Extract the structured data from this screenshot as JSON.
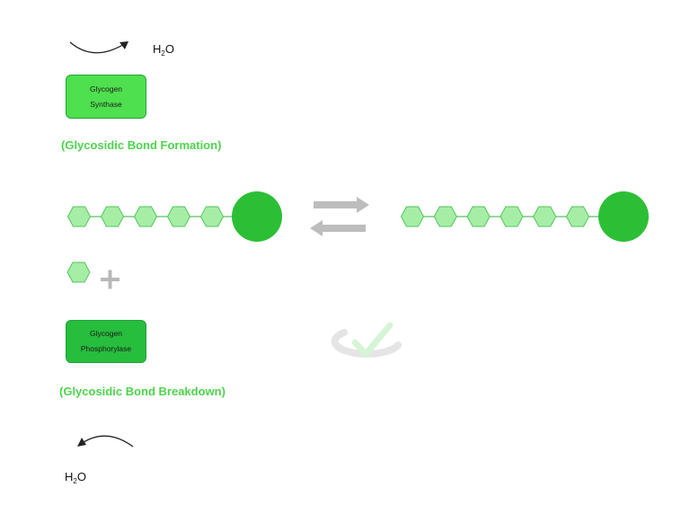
{
  "enzymes": {
    "synthase": "Glycogen\nSynthase",
    "phosphorylase": "Glycogen\nPhosphorylase"
  },
  "labels": {
    "formation": "(Glycosidic Bond Formation)",
    "breakdown": "(Glycosidic Bond Breakdown)"
  },
  "water": {
    "element_h": "H",
    "subscript": "2",
    "element_o": "O"
  },
  "chains": {
    "left_glucose_units": 5,
    "right_glucose_units": 6
  },
  "icons": {
    "reversible": "equilibrium-arrows-icon",
    "plus": "plus-icon",
    "watermark": "checkmark-watermark-icon"
  },
  "colors": {
    "glucose_fill": "#a6eea6",
    "glucose_stroke": "#54c45c",
    "core_fill": "#2cbf36",
    "synthase_fill": "#4ee04e",
    "phosphorylase_fill": "#27bd3d",
    "label_green": "#4ed34e",
    "arrow_gray": "#bdbdbd"
  }
}
